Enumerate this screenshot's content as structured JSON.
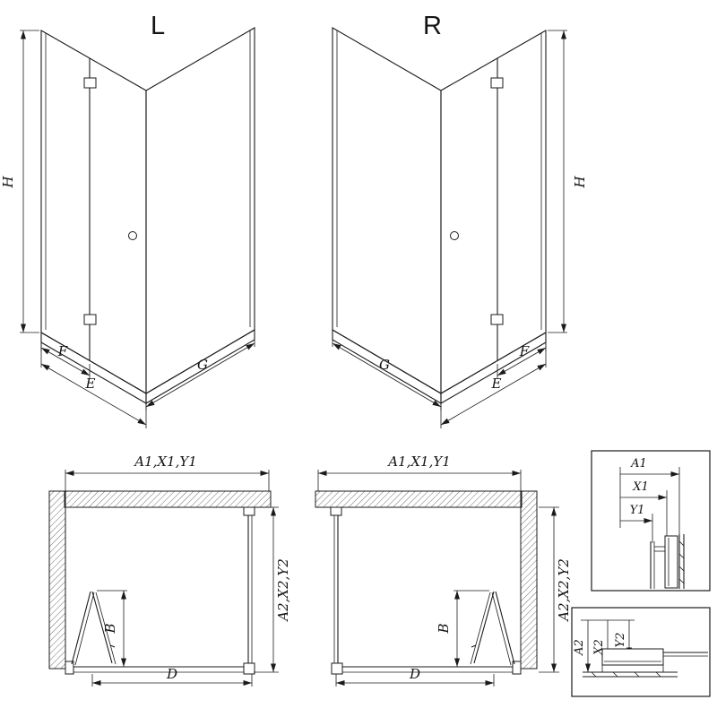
{
  "meta": {
    "background_color": "#ffffff",
    "line_color": "#1b1b1b",
    "drawing_type": "shower-enclosure-technical-diagram"
  },
  "perspective_left": {
    "variant": "L",
    "dim_height": "H",
    "dim_f": "F",
    "dim_e": "E",
    "dim_g": "G"
  },
  "perspective_right": {
    "variant": "R",
    "dim_height": "H",
    "dim_f": "F",
    "dim_e": "E",
    "dim_g": "G"
  },
  "plan_left": {
    "dim_top": "A1,X1,Y1",
    "dim_side": "A2,X2,Y2",
    "dim_b": "B",
    "dim_d": "D"
  },
  "plan_right": {
    "dim_top": "A1,X1,Y1",
    "dim_side": "A2,X2,Y2",
    "dim_b": "B",
    "dim_d": "D"
  },
  "detail_top": {
    "dim_a1": "A1",
    "dim_x1": "X1",
    "dim_y1": "Y1"
  },
  "detail_bottom": {
    "dim_a2": "A2",
    "dim_x2": "X2",
    "dim_y2": "Y2"
  }
}
